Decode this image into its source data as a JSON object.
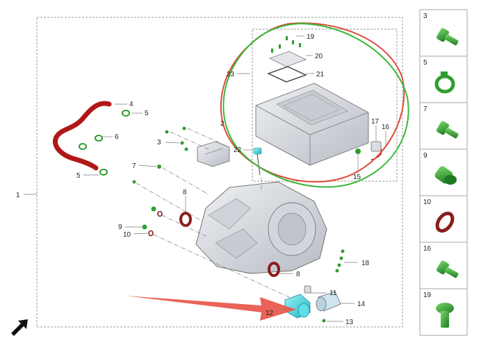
{
  "callouts": {
    "c1": "1",
    "c2": "2",
    "c3": "3",
    "c4": "4",
    "c5a": "5",
    "c5b": "5",
    "c6": "6",
    "c7": "7",
    "c8a": "8",
    "c8b": "8",
    "c9": "9",
    "c10": "10",
    "c11": "11",
    "c12": "12",
    "c13": "13",
    "c14": "14",
    "c15": "15",
    "c16": "16",
    "c17": "17",
    "c18": "18",
    "c19": "19",
    "c20": "20",
    "c21": "21",
    "c22": "22",
    "c23": "23"
  },
  "thumbnails": [
    {
      "label": "3",
      "icon": "bolt-icon"
    },
    {
      "label": "5",
      "icon": "hose-clamp-icon"
    },
    {
      "label": "7",
      "icon": "bolt-icon"
    },
    {
      "label": "9",
      "icon": "plug-icon"
    },
    {
      "label": "10",
      "icon": "seal-ring-icon"
    },
    {
      "label": "16",
      "icon": "bolt-icon"
    },
    {
      "label": "19",
      "icon": "screw-icon"
    }
  ],
  "colors": {
    "hose": "#b01818",
    "fastener": "#2e9e2e",
    "seal": "#8a1c1c",
    "highlight_red": "#e04a3a",
    "highlight_green": "#38b83a",
    "connector": "#3fd0dc",
    "arrow": "#e8564a",
    "housing": "#d9dbe0"
  }
}
